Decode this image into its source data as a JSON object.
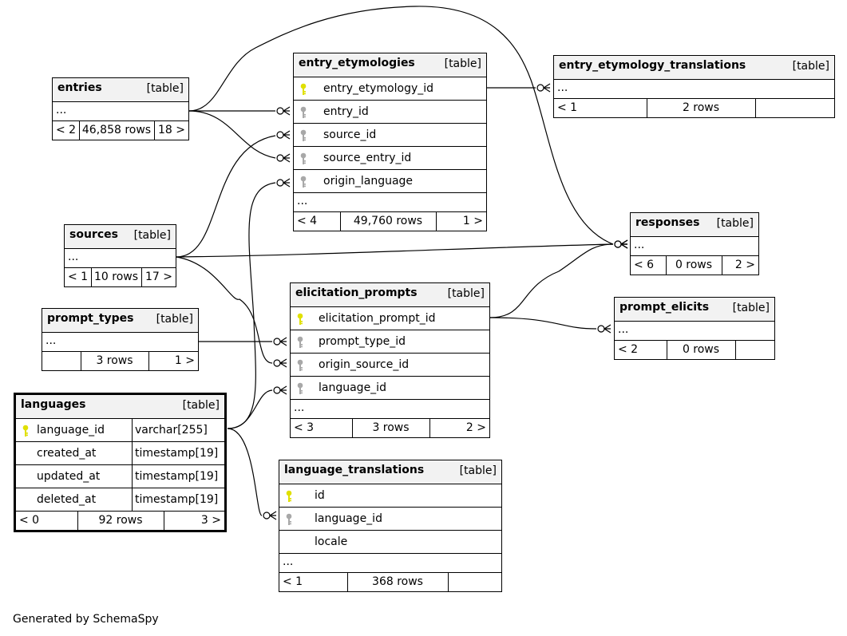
{
  "footer_text": "Generated by SchemaSpy",
  "colors": {
    "primary_key": "#e0e000",
    "foreign_key": "#a8a8a8",
    "header_bg": "#f2f2f2"
  },
  "tables": {
    "entry_etymologies": {
      "name": "entry_etymologies",
      "kind": "[table]",
      "columns": [
        "entry_etymology_id",
        "entry_id",
        "source_id",
        "source_entry_id",
        "origin_language"
      ],
      "more": "...",
      "parents": "< 4",
      "rows": "49,760 rows",
      "children": "1 >"
    },
    "entry_etymology_translations": {
      "name": "entry_etymology_translations",
      "kind": "[table]",
      "more": "...",
      "parents": "< 1",
      "rows": "2 rows",
      "children": ""
    },
    "entries": {
      "name": "entries",
      "kind": "[table]",
      "more": "...",
      "parents": "< 2",
      "rows": "46,858 rows",
      "children": "18 >"
    },
    "sources": {
      "name": "sources",
      "kind": "[table]",
      "more": "...",
      "parents": "< 1",
      "rows": "10 rows",
      "children": "17 >"
    },
    "responses": {
      "name": "responses",
      "kind": "[table]",
      "more": "...",
      "parents": "< 6",
      "rows": "0 rows",
      "children": "2 >"
    },
    "prompt_types": {
      "name": "prompt_types",
      "kind": "[table]",
      "more": "...",
      "parents": "",
      "rows": "3 rows",
      "children": "1 >"
    },
    "elicitation_prompts": {
      "name": "elicitation_prompts",
      "kind": "[table]",
      "columns": [
        "elicitation_prompt_id",
        "prompt_type_id",
        "origin_source_id",
        "language_id"
      ],
      "more": "...",
      "parents": "< 3",
      "rows": "3 rows",
      "children": "2 >"
    },
    "prompt_elicits": {
      "name": "prompt_elicits",
      "kind": "[table]",
      "more": "...",
      "parents": "< 2",
      "rows": "0 rows",
      "children": ""
    },
    "languages": {
      "name": "languages",
      "kind": "[table]",
      "columns": [
        {
          "name": "language_id",
          "type": "varchar[255]"
        },
        {
          "name": "created_at",
          "type": "timestamp[19]"
        },
        {
          "name": "updated_at",
          "type": "timestamp[19]"
        },
        {
          "name": "deleted_at",
          "type": "timestamp[19]"
        }
      ],
      "parents": "< 0",
      "rows": "92 rows",
      "children": "3 >"
    },
    "language_translations": {
      "name": "language_translations",
      "kind": "[table]",
      "columns": [
        "id",
        "language_id",
        "locale"
      ],
      "more": "...",
      "parents": "< 1",
      "rows": "368 rows",
      "children": ""
    }
  }
}
